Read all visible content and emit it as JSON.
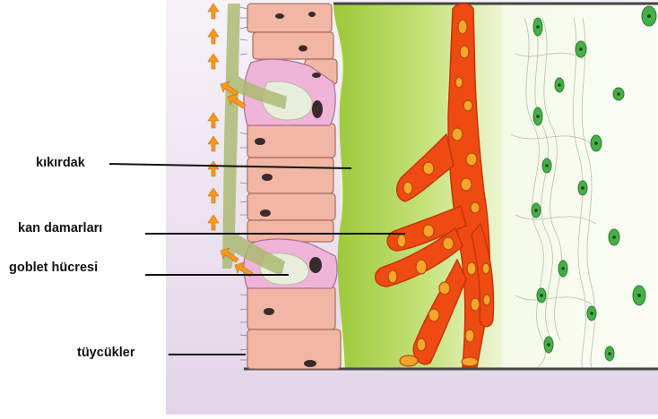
{
  "labels": {
    "cartilage": "kıkırdak",
    "blood_vessels": "kan damarları",
    "goblet_cell": "goblet hücresi",
    "cilia": "tüycükler"
  },
  "colors": {
    "background_panel": "#e6d8ea",
    "epithelial_cell": "#f2b7a4",
    "goblet_cell": "#f0b4d8",
    "cartilage": "#a9d44a",
    "blood_vessel": "#ef4a12",
    "blood_cell": "#f7a62a",
    "tissue_cell": "#46b048",
    "mucus_flow": "#a7b86b",
    "arrow": "#f49a1a"
  }
}
